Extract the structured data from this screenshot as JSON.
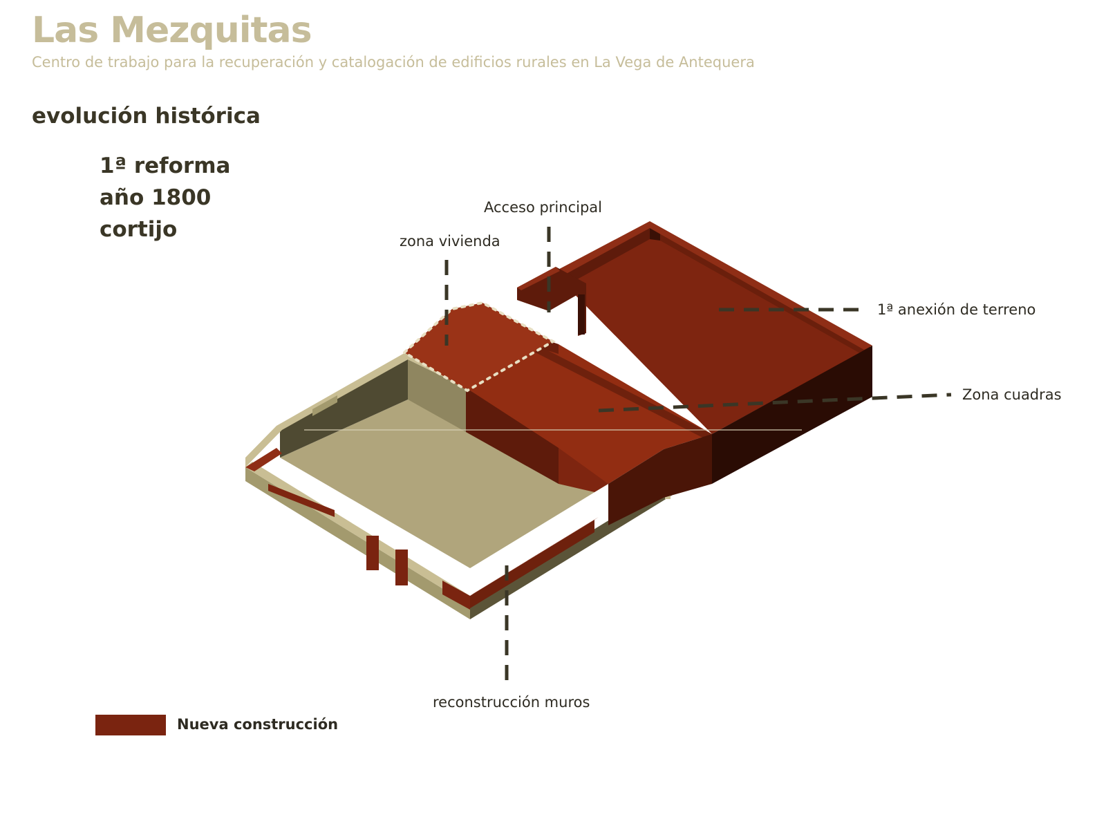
{
  "header": {
    "title": "Las Mezquitas",
    "subtitle": "Centro de trabajo para la recuperación y catalogación de edificios rurales en La Vega de Antequera"
  },
  "section_title": "evolución histórica",
  "phase": {
    "line1": "1ª reforma",
    "line2": "año 1800",
    "line3": "cortijo"
  },
  "annotations": {
    "acceso": "Acceso principal",
    "vivienda": "zona vivienda",
    "anexion": "1ª anexión de terreno",
    "cuadras": "Zona cuadras",
    "muros": "reconstrucción muros"
  },
  "legend": {
    "label": "Nueva construcción",
    "color": "#7a2410"
  },
  "colors": {
    "new_construction": "#7a2410",
    "existing": "#b0a57c",
    "text_title": "#c6bd9a",
    "text_dark": "#3a3626"
  }
}
